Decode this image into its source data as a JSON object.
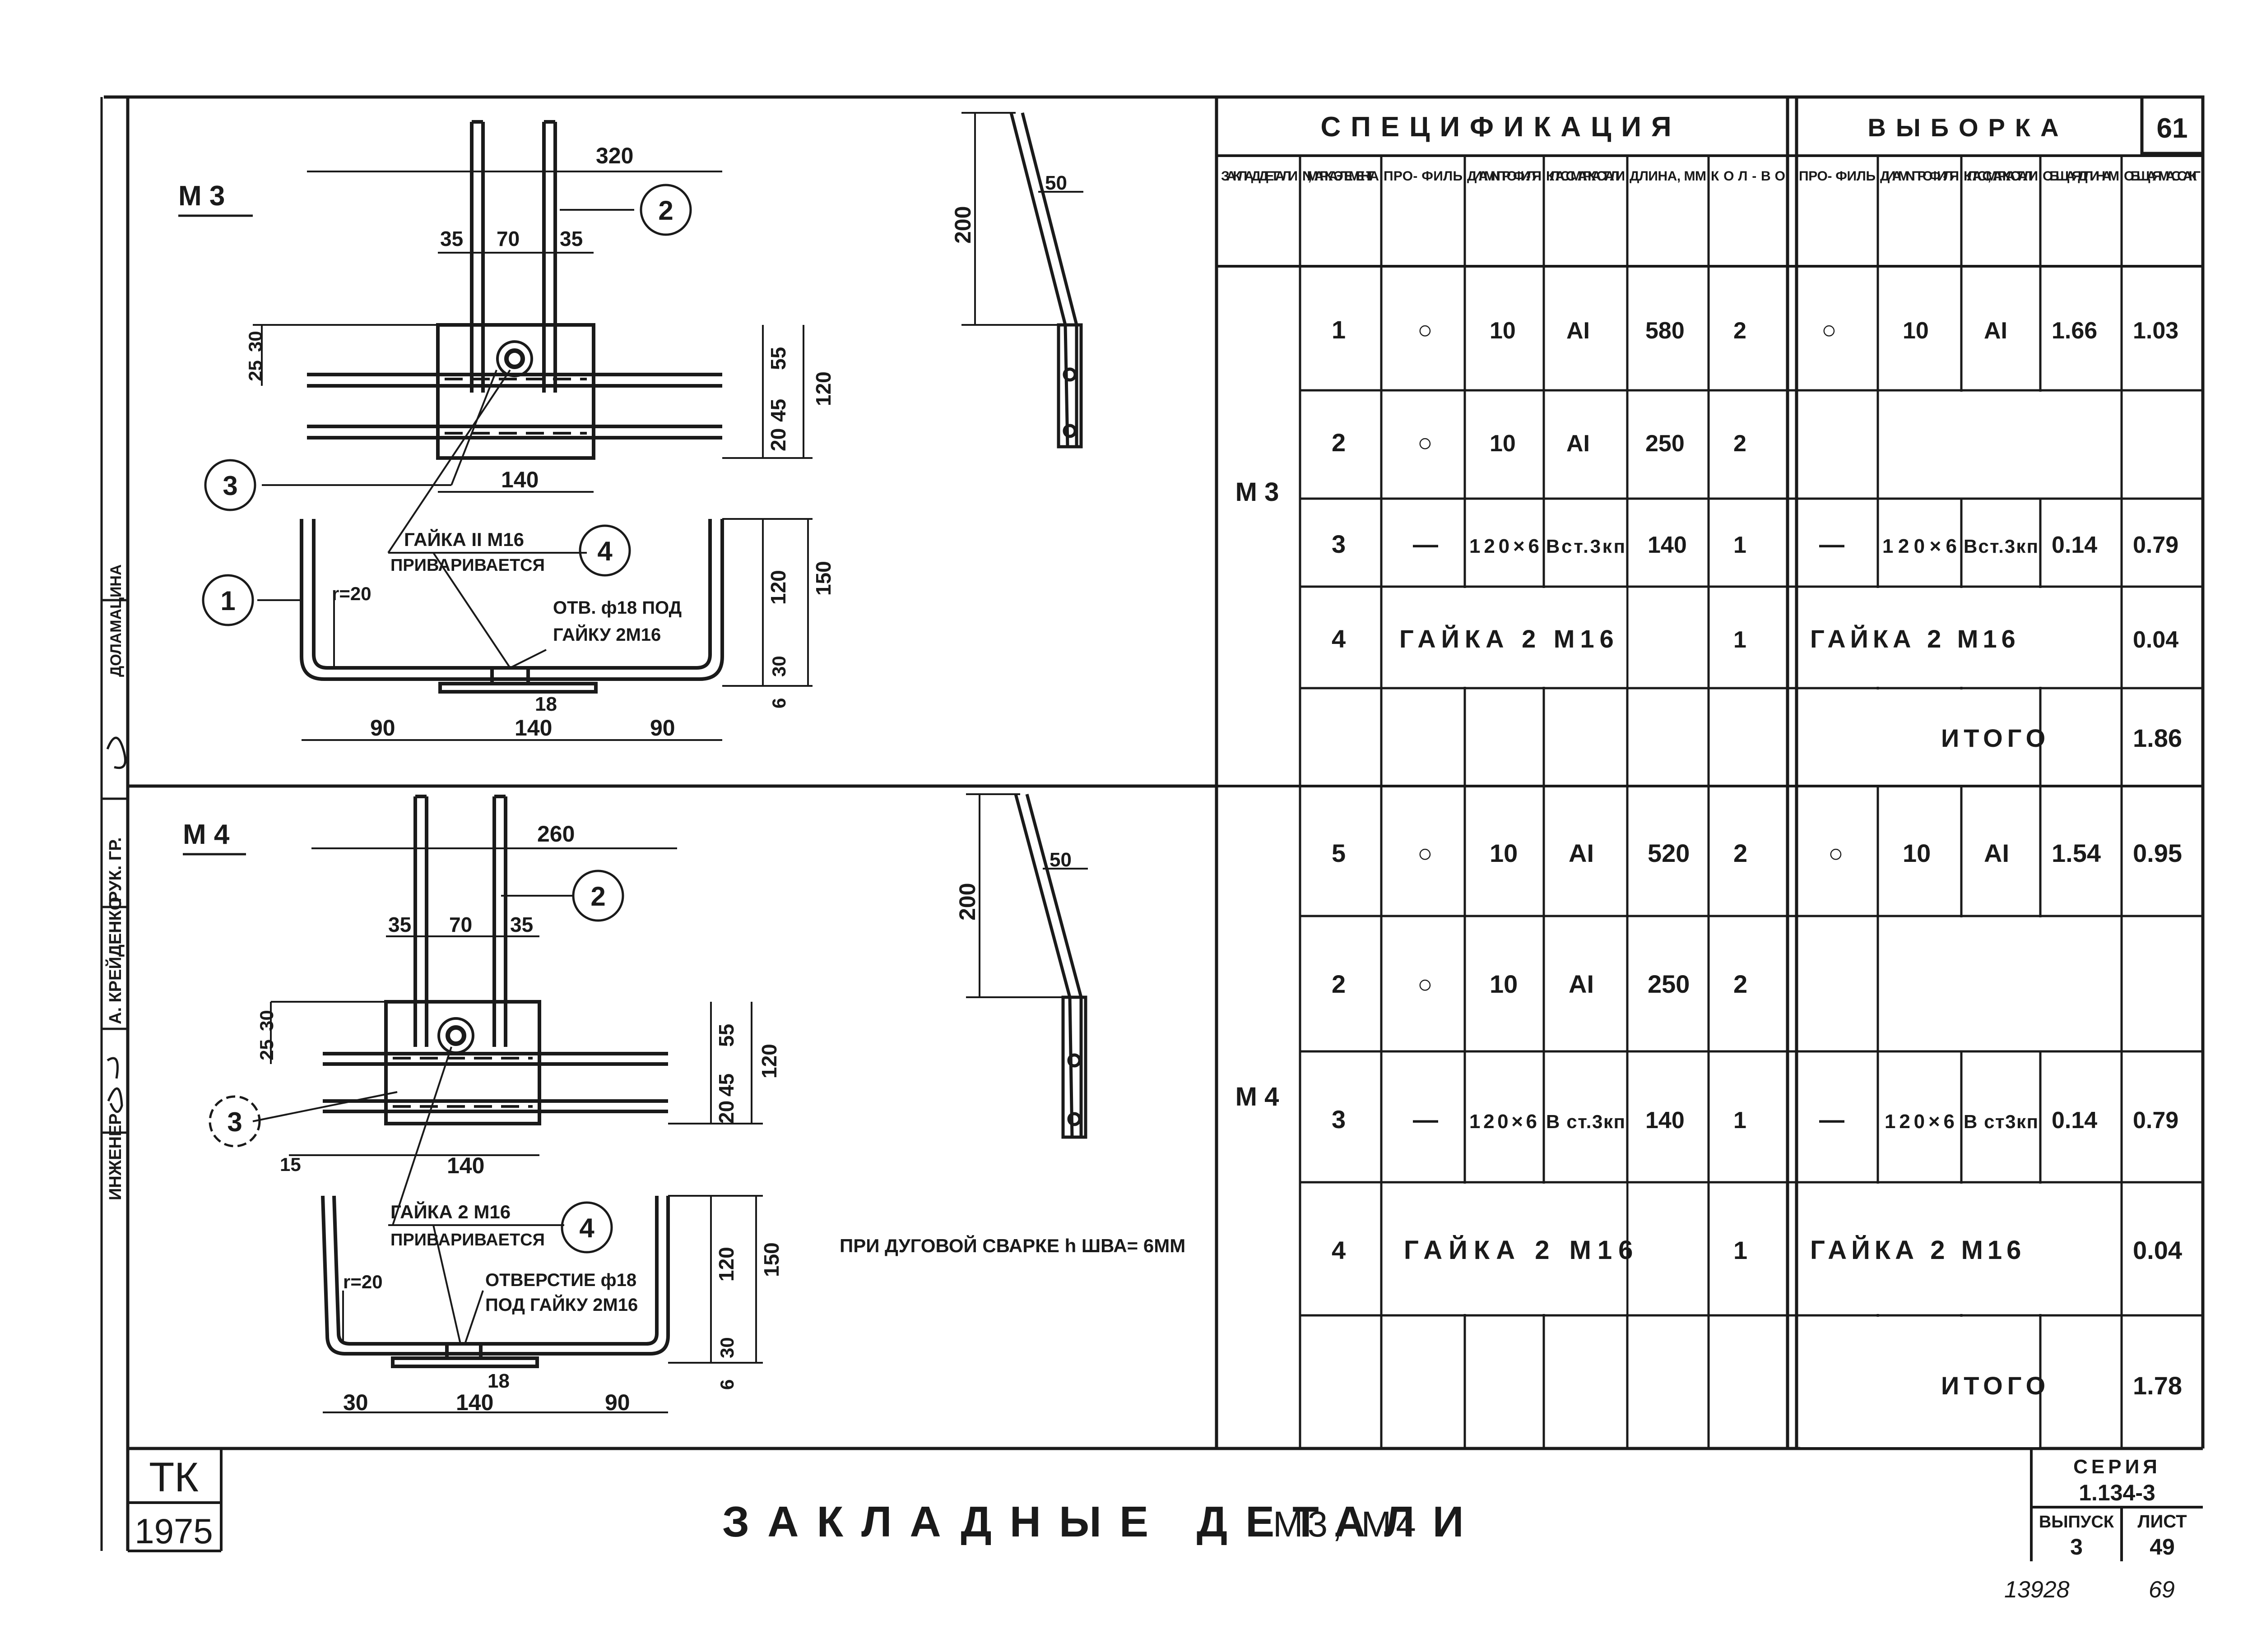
{
  "sheet": {
    "sheet_number": "61",
    "org": "ТК",
    "year": "1975",
    "title": "ЗАКЛАДНЫЕ ДЕТАЛИ",
    "title_smudge": "М3, М4",
    "series_label": "СЕРИЯ",
    "series_value": "1.134-3",
    "issue_label": "ВЫПУСК",
    "issue_value": "3",
    "page_label": "ЛИСТ",
    "page_value": "49",
    "archive_no": "13928",
    "scribble": "69",
    "welding_note": "ПРИ ДУГОВОЙ СВАРКЕ h ШВА= 6ММ"
  },
  "stamp": {
    "roles": [
      "ИНЖЕНЕР",
      "РУК. ГР.",
      "ДОЛАМАЦИНА"
    ],
    "names": [
      "А. КРЕЙДЕНКО"
    ]
  },
  "drawing_m3": {
    "label": "М 3",
    "dims": {
      "width_top": "320",
      "left_bar": "35",
      "mid": "70",
      "right_bar": "35",
      "d25": "25",
      "d30": "30",
      "d55": "55",
      "d120": "120",
      "d20": "20",
      "d45": "45",
      "plate": "140",
      "d150": "150",
      "d120b": "120",
      "d30b": "30",
      "d6": "6",
      "d18": "18",
      "left90": "90",
      "bottom140": "140",
      "right90": "90",
      "radius": "r=20"
    },
    "callouts": {
      "c1": "1",
      "c2": "2",
      "c3": "3",
      "c4": "4",
      "nut": "ГАЙКА II M16",
      "welded": "ПРИВАРИВАЕТСЯ",
      "hole1": "ОТВ. ф18 ПОД",
      "hole2": "ГАЙКУ 2M16"
    },
    "side_dims": {
      "h200": "200",
      "d50": "50"
    }
  },
  "drawing_m4": {
    "label": "М 4",
    "dims": {
      "width_top": "260",
      "left_bar": "35",
      "mid": "70",
      "right_bar": "35",
      "d25": "25",
      "d30": "30",
      "d55": "55",
      "d120": "120",
      "d20": "20",
      "d45": "45",
      "plate": "140",
      "d15": "15",
      "d150": "150",
      "d120b": "120",
      "d30b": "30",
      "d6": "6",
      "d18": "18",
      "left30": "30",
      "bottom140": "140",
      "right90": "90",
      "radius": "r=20"
    },
    "callouts": {
      "c2": "2",
      "c3": "3",
      "c4": "4",
      "nut": "ГАЙКА 2 M16",
      "welded": "ПРИВАРИВАЕТСЯ",
      "hole1": "ОТВЕРСТИЕ ф18",
      "hole2": "ПОД ГАЙКУ 2М16"
    },
    "side_dims": {
      "h200": "200",
      "d50": "50"
    }
  },
  "spec_table": {
    "title_spec": "СПЕЦИФИКАЦИЯ",
    "title_sel": "ВЫБОРКА",
    "headers": [
      "ЗАКЛАД. ДЕТАЛИ",
      "N, МАРКА ЭЛЕМЕН- ТА",
      "ПРО- ФИЛЬ",
      "ДИАМ. N ПРОФИ- ЛЯ",
      "КЛАСС МАРКА СТАЛИ",
      "ДЛИНА, ММ",
      "КОЛ-ВО",
      "ПРО- ФИЛЬ",
      "ДИАМ. N ПРОФИ- ЛЯ",
      "КЛАСС, МАРКА СТАЛИ",
      "ОБЩАЯ ДЛИНА М",
      "ОБЩАЯ МАССА КГ"
    ],
    "groups": [
      {
        "mark": "М 3",
        "rows": [
          {
            "n": "1",
            "profile": "○",
            "diam": "10",
            "steel": "AI",
            "length": "580",
            "qty": "2",
            "s_profile": "○",
            "s_diam": "10",
            "s_steel": "AI",
            "s_len": "1.66",
            "s_mass": "1.03"
          },
          {
            "n": "2",
            "profile": "○",
            "diam": "10",
            "steel": "AI",
            "length": "250",
            "qty": "2",
            "s_profile": "",
            "s_diam": "",
            "s_steel": "",
            "s_len": "",
            "s_mass": ""
          },
          {
            "n": "3",
            "profile": "—",
            "diam": "120×6",
            "steel": "Вст.3кп",
            "length": "140",
            "qty": "1",
            "s_profile": "—",
            "s_diam": "120×6",
            "s_steel": "Вст.3кп",
            "s_len": "0.14",
            "s_mass": "0.79"
          }
        ],
        "nut_row": {
          "n": "4",
          "text": "ГАЙКА 2 М16",
          "qty": "1",
          "s_text": "ГАЙКА 2 М16",
          "s_mass": "0.04"
        },
        "total": {
          "label": "ИТОГО",
          "mass": "1.86"
        }
      },
      {
        "mark": "М 4",
        "rows": [
          {
            "n": "5",
            "profile": "○",
            "diam": "10",
            "steel": "AI",
            "length": "520",
            "qty": "2",
            "s_profile": "○",
            "s_diam": "10",
            "s_steel": "AI",
            "s_len": "1.54",
            "s_mass": "0.95"
          },
          {
            "n": "2",
            "profile": "○",
            "diam": "10",
            "steel": "AI",
            "length": "250",
            "qty": "2",
            "s_profile": "",
            "s_diam": "",
            "s_steel": "",
            "s_len": "",
            "s_mass": ""
          },
          {
            "n": "3",
            "profile": "—",
            "diam": "120×6",
            "steel": "В ст.3кп",
            "length": "140",
            "qty": "1",
            "s_profile": "—",
            "s_diam": "120×6",
            "s_steel": "В ст3кп",
            "s_len": "0.14",
            "s_mass": "0.79"
          }
        ],
        "nut_row": {
          "n": "4",
          "text": "ГАЙКА 2 М16",
          "qty": "1",
          "s_text": "ГАЙКА 2 М16",
          "s_mass": "0.04"
        },
        "total": {
          "label": "ИТОГО",
          "mass": "1.78"
        }
      }
    ]
  }
}
